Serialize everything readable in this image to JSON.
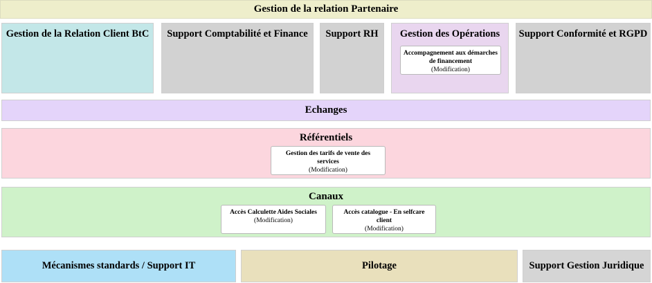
{
  "header": {
    "title": "Gestion de la relation Partenaire",
    "background": "#eeeecb"
  },
  "capability_map": {
    "top_row": [
      {
        "label": "Gestion de la Relation Client BtC",
        "color": "#c3e7e8",
        "children": []
      },
      {
        "label": "Support Comptabilité et Finance",
        "color": "#d2d2d2",
        "children": []
      },
      {
        "label": "Support RH",
        "color": "#d2d2d2",
        "children": []
      },
      {
        "label": "Gestion des Opérations",
        "color": "#e9d6ef",
        "children": [
          {
            "label": "Accompagnement aux démarches de financement",
            "status": "(Modification)"
          }
        ]
      },
      {
        "label": "Support Conformité et RGPD",
        "color": "#d2d2d2",
        "children": []
      }
    ],
    "bands": [
      {
        "label": "Echanges",
        "color": "#e4d4fa",
        "children": []
      },
      {
        "label": "Référentiels",
        "color": "#fcd6de",
        "children": [
          {
            "label": "Gestion des tarifs de vente des services",
            "status": "(Modification)"
          }
        ]
      },
      {
        "label": "Canaux",
        "color": "#cff2c9",
        "children": [
          {
            "label": "Accès Calculette Aides Sociales",
            "status": "(Modification)"
          },
          {
            "label": "Accès catalogue - En selfcare client",
            "status": "(Modification)"
          }
        ]
      }
    ],
    "bottom_row": [
      {
        "label": "Mécanismes standards / Support IT",
        "color": "#aee0f7"
      },
      {
        "label": "Pilotage",
        "color": "#e9e0bc"
      },
      {
        "label": "Support Gestion Juridique",
        "color": "#d5d5d5"
      }
    ]
  }
}
